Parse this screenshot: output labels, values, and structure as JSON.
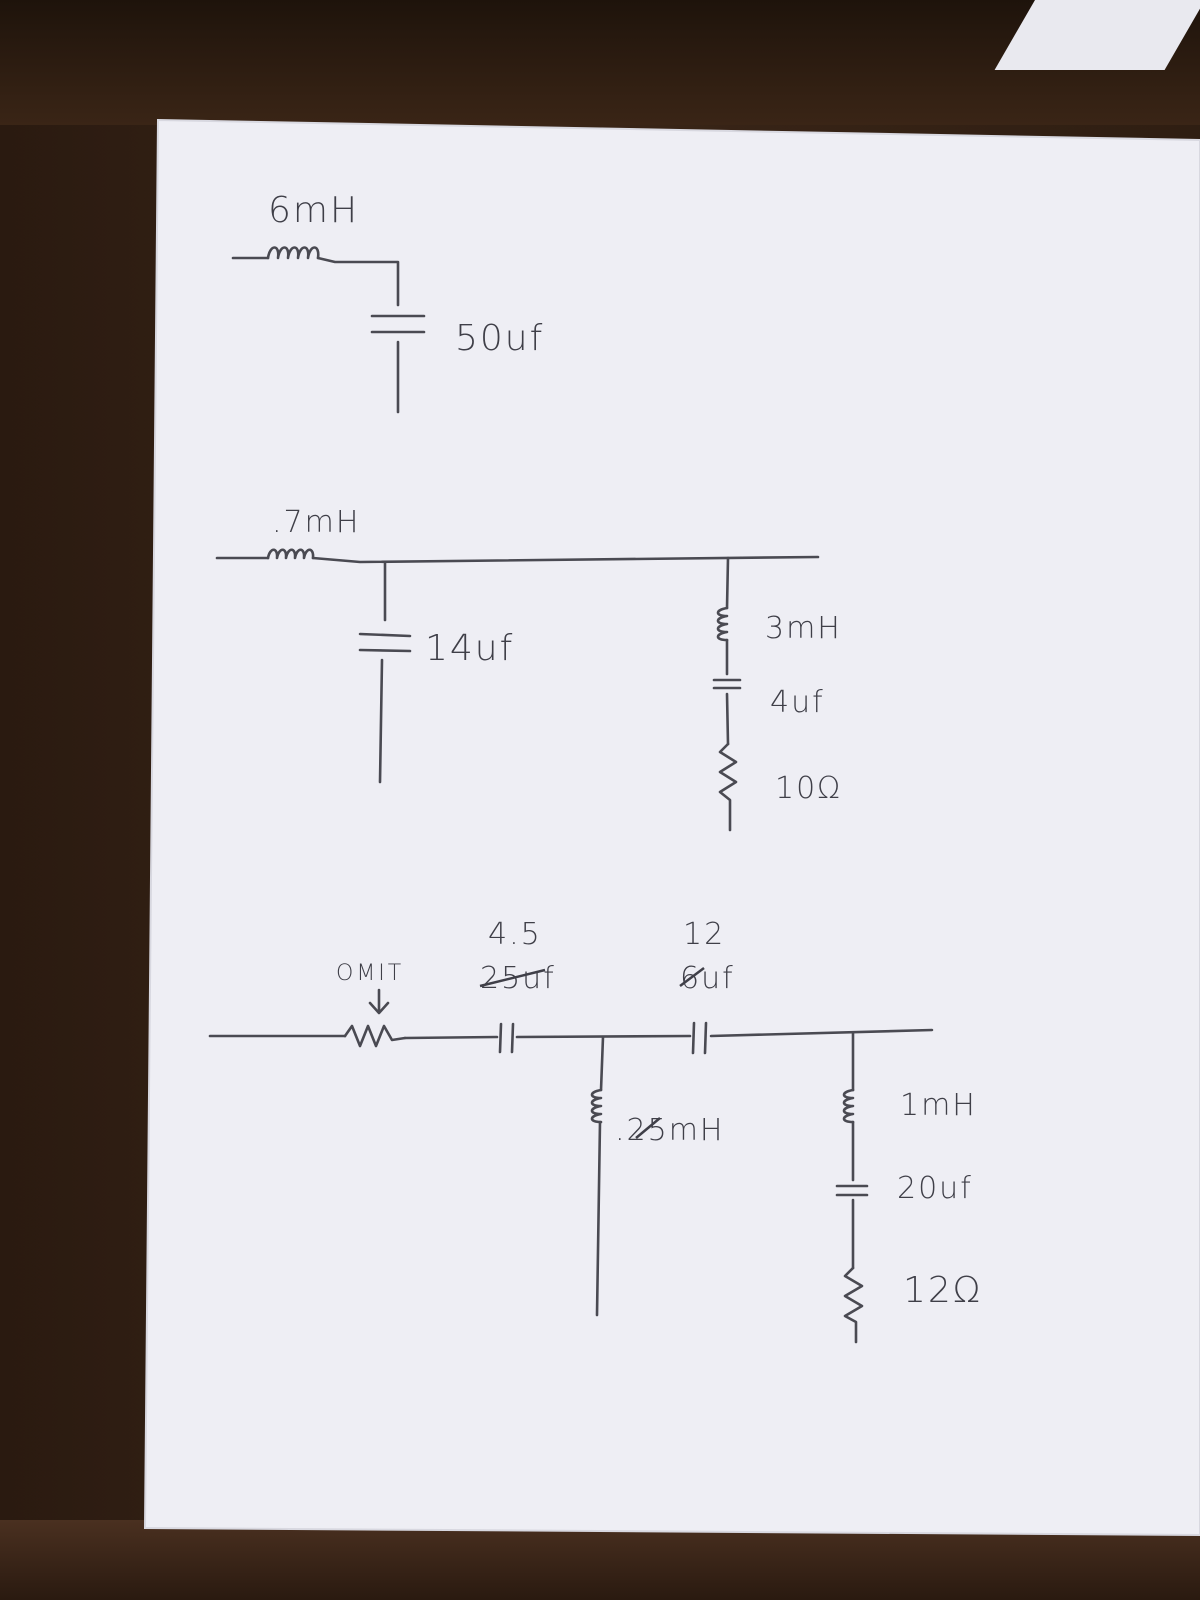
{
  "circuit_1": {
    "inductor_label": "6mH",
    "capacitor_label": "50uf"
  },
  "circuit_2": {
    "inductor_label": ".7mH",
    "capacitor_label": "14uf",
    "branch_inductor_label": "3mH",
    "branch_capacitor_label": "4uf",
    "branch_resistor_label": "10Ω"
  },
  "circuit_3": {
    "omit_label": "OMIT",
    "capacitor_1_label_top": "4.5",
    "capacitor_1_label": "25uf",
    "capacitor_2_label_top": "12",
    "capacitor_2_label": "6uf",
    "shunt_inductor_label": ".25mH",
    "branch_inductor_label": "1mH",
    "branch_capacitor_label": "20uf",
    "branch_resistor_label": "12Ω"
  }
}
